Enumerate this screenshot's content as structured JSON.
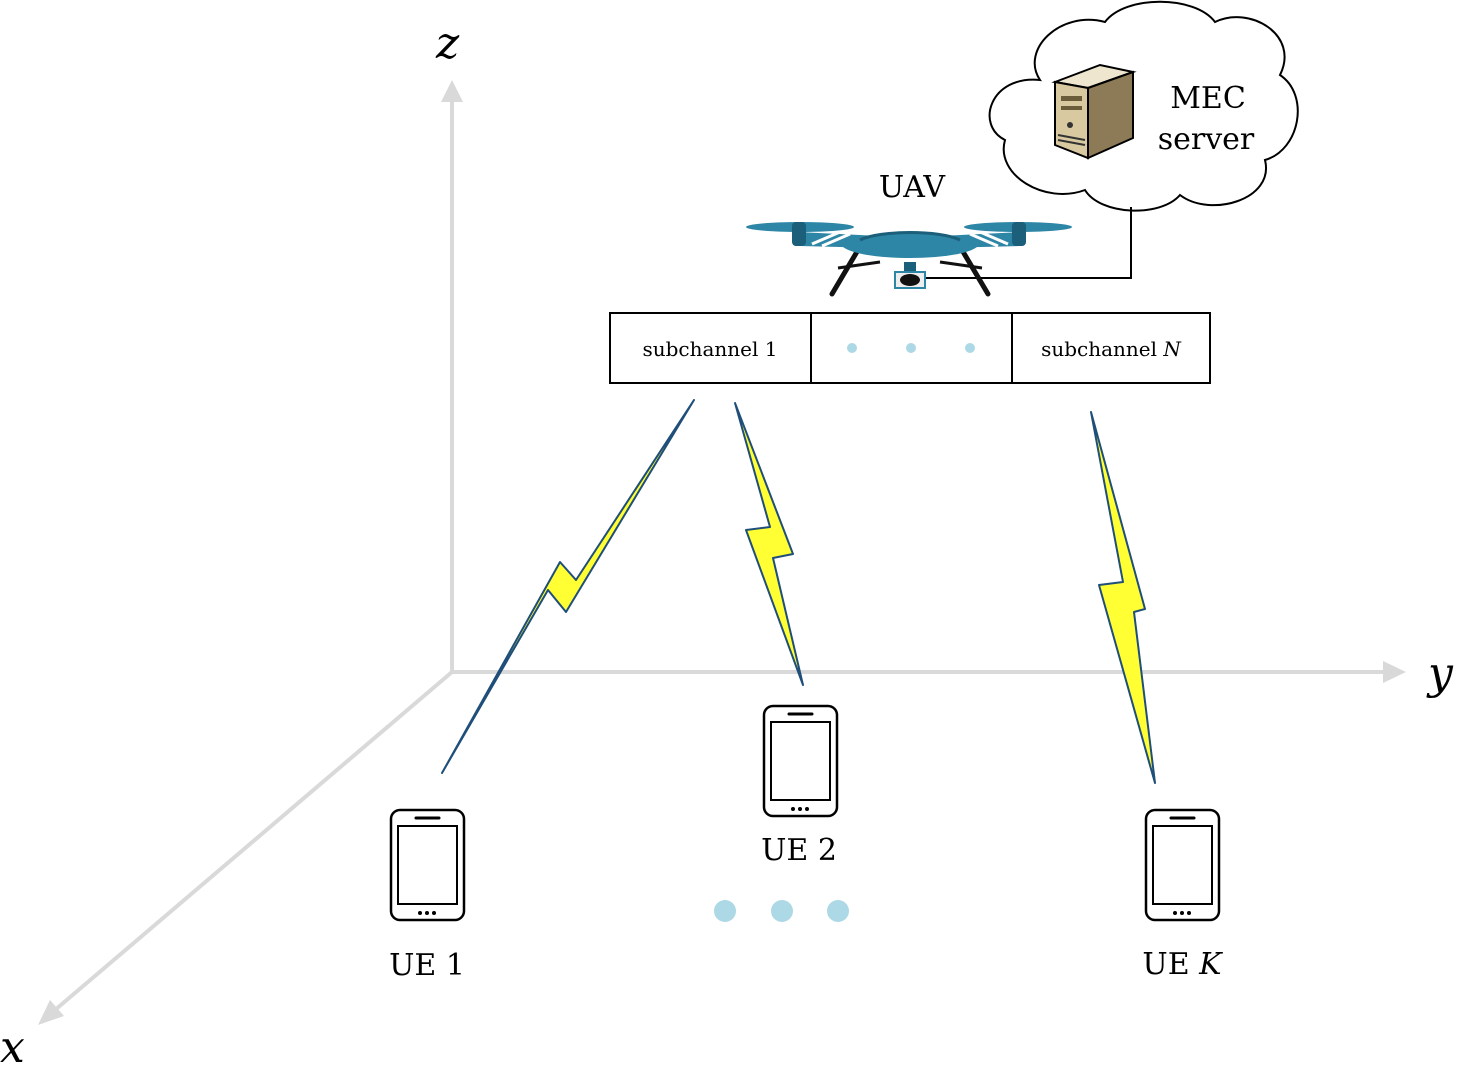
{
  "axes": {
    "x_label": "x",
    "y_label": "y",
    "z_label": "z"
  },
  "uav": {
    "label": "UAV"
  },
  "mec": {
    "line1": "MEC",
    "line2": "server"
  },
  "subchannels": {
    "first": {
      "text": "subchannel",
      "index": "1"
    },
    "last": {
      "text": "subchannel",
      "index": "N"
    }
  },
  "ues": [
    {
      "prefix": "UE",
      "index": "1",
      "italic": false
    },
    {
      "prefix": "UE",
      "index": "2",
      "italic": false
    },
    {
      "prefix": "UE",
      "index": "K",
      "italic": true
    }
  ],
  "colors": {
    "axis": "#d9d9d9",
    "drone_body": "#2e86a6",
    "drone_dark": "#1c5f7a",
    "bolt_fill": "#ffff33",
    "bolt_edge": "#1f4e79",
    "dots": "#add8e6",
    "server_top": "#e8dcc0",
    "server_front": "#c9b98f"
  }
}
